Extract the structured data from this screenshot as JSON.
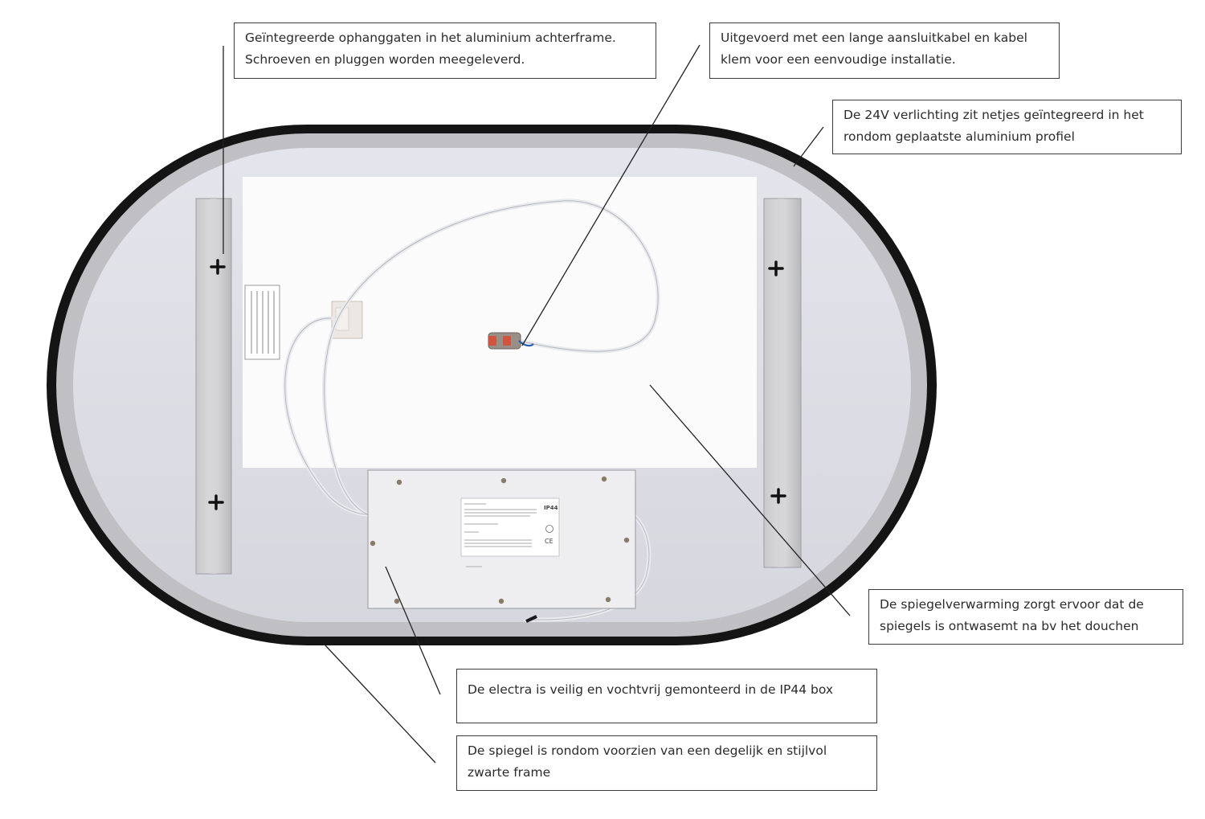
{
  "callouts": {
    "mounting_holes": {
      "line1": "Geïntegreerde ophanggaten in het aluminium achterframe.",
      "line2": "Schroeven en pluggen worden meegeleverd."
    },
    "cable": {
      "line1": "Uitgevoerd met een lange aansluitkabel en kabel",
      "line2": "klem voor een eenvoudige installatie."
    },
    "lighting": {
      "line1": "De 24V verlichting zit netjes geïntegreerd in het",
      "line2": "rondom geplaatste aluminium profiel"
    },
    "heating": {
      "line1": "De spiegelverwarming zorgt ervoor dat de",
      "line2": "spiegels is ontwasemt na bv het douchen"
    },
    "electra": {
      "line1": "De electra is veilig en vochtvrij gemonteerd in de IP44 box"
    },
    "frame": {
      "line1": "De spiegel is rondom voorzien van een degelijk en stijlvol",
      "line2": "zwarte frame"
    }
  },
  "ip_box": {
    "rating_label": "IP44",
    "ce_mark": "CE"
  },
  "colors": {
    "frame": "#141414",
    "profile": "#bfbfc4",
    "back_panel": "#dcdde4",
    "heating_foil": "#fbfbfb",
    "box": "#eeeef0",
    "leader": "#222222"
  }
}
